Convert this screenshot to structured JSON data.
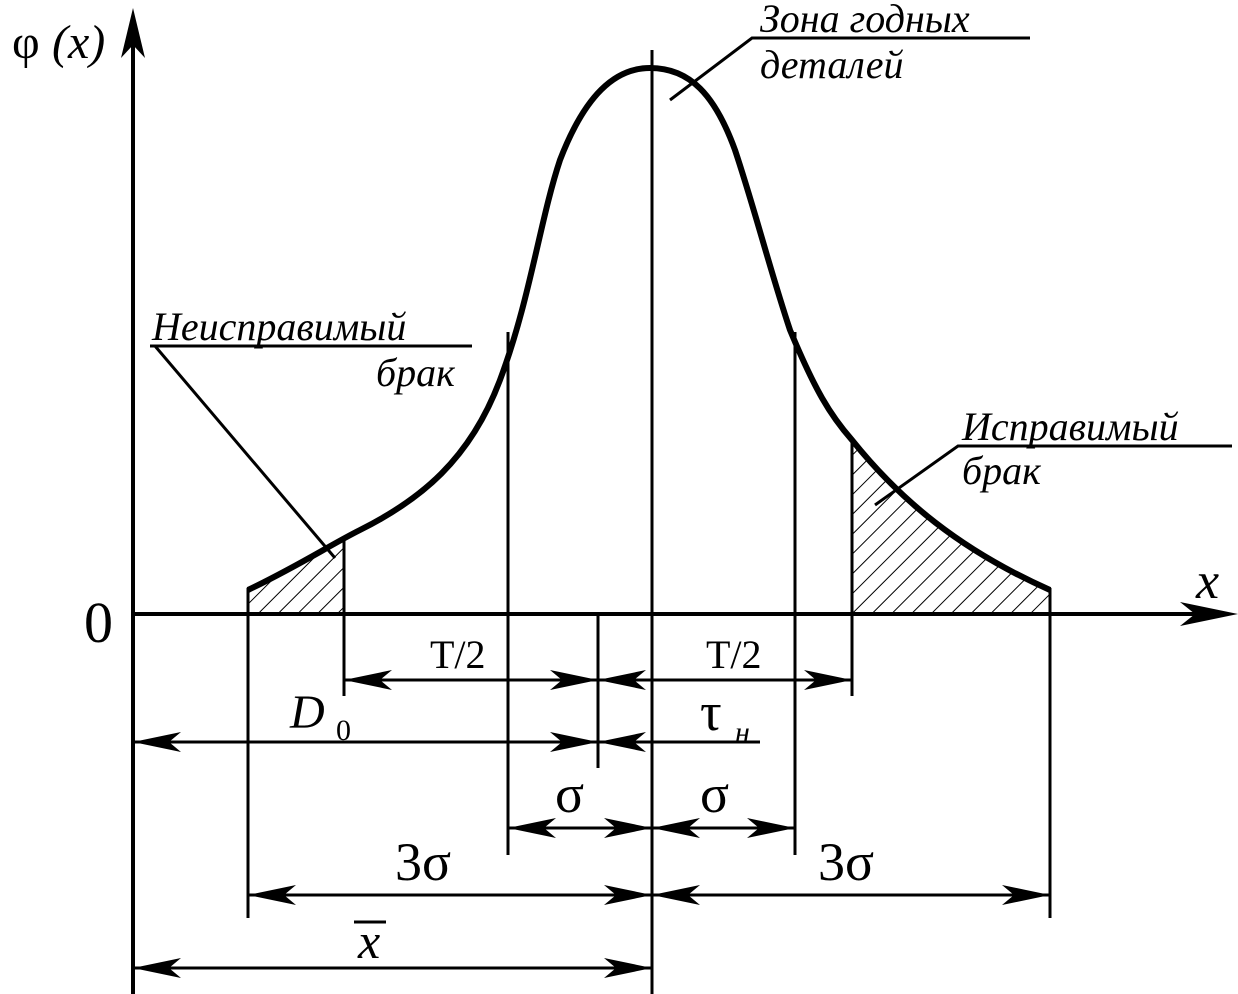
{
  "axes": {
    "y_label_phi": "φ",
    "y_label_arg": "(x)",
    "x_label": "x",
    "origin_label": "0"
  },
  "annotations": {
    "good_zone_line1": "Зона годных",
    "good_zone_line2": "деталей",
    "irreparable_line1": "Неисправимый",
    "irreparable_line2": "брак",
    "reparable_line1": "Исправимый",
    "reparable_line2": "брак"
  },
  "dimensions": {
    "half_tolerance_left": "T/2",
    "half_tolerance_right": "T/2",
    "d0_main": "D",
    "d0_sub": "0",
    "tau_main": "τ",
    "tau_sub": "н",
    "sigma_left": "σ",
    "sigma_right": "σ",
    "three_sigma_left": "3σ",
    "three_sigma_right": "3σ",
    "mean": "x"
  }
}
